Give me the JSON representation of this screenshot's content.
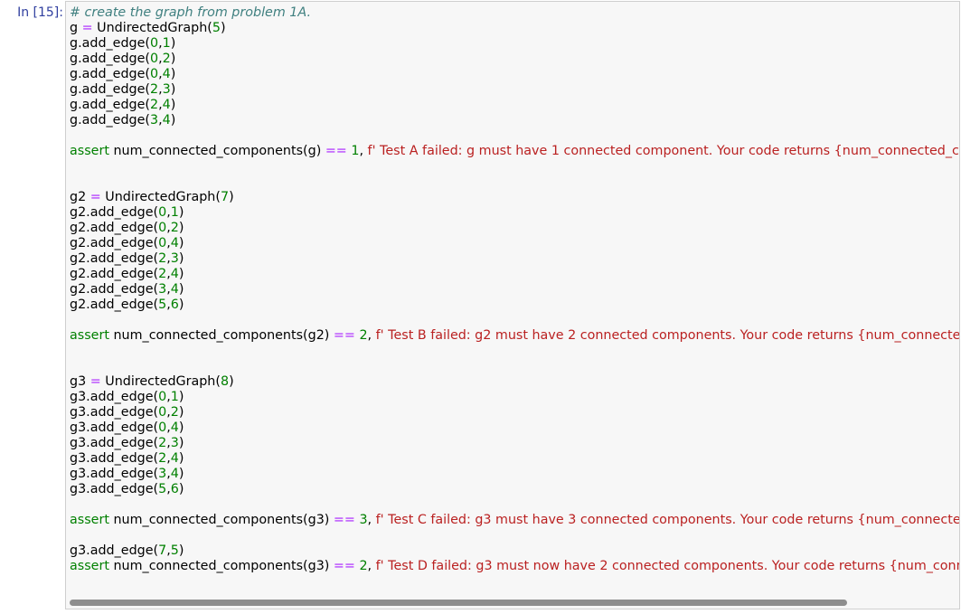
{
  "prompt": "In [15]:",
  "code_lines": [
    [
      {
        "t": "c",
        "v": "# create the graph from problem 1A."
      }
    ],
    [
      {
        "t": "p",
        "v": "g "
      },
      {
        "t": "o",
        "v": "="
      },
      {
        "t": "p",
        "v": " UndirectedGraph("
      },
      {
        "t": "n",
        "v": "5"
      },
      {
        "t": "p",
        "v": ")"
      }
    ],
    [
      {
        "t": "p",
        "v": "g.add_edge("
      },
      {
        "t": "n",
        "v": "0"
      },
      {
        "t": "p",
        "v": ","
      },
      {
        "t": "n",
        "v": "1"
      },
      {
        "t": "p",
        "v": ")"
      }
    ],
    [
      {
        "t": "p",
        "v": "g.add_edge("
      },
      {
        "t": "n",
        "v": "0"
      },
      {
        "t": "p",
        "v": ","
      },
      {
        "t": "n",
        "v": "2"
      },
      {
        "t": "p",
        "v": ")"
      }
    ],
    [
      {
        "t": "p",
        "v": "g.add_edge("
      },
      {
        "t": "n",
        "v": "0"
      },
      {
        "t": "p",
        "v": ","
      },
      {
        "t": "n",
        "v": "4"
      },
      {
        "t": "p",
        "v": ")"
      }
    ],
    [
      {
        "t": "p",
        "v": "g.add_edge("
      },
      {
        "t": "n",
        "v": "2"
      },
      {
        "t": "p",
        "v": ","
      },
      {
        "t": "n",
        "v": "3"
      },
      {
        "t": "p",
        "v": ")"
      }
    ],
    [
      {
        "t": "p",
        "v": "g.add_edge("
      },
      {
        "t": "n",
        "v": "2"
      },
      {
        "t": "p",
        "v": ","
      },
      {
        "t": "n",
        "v": "4"
      },
      {
        "t": "p",
        "v": ")"
      }
    ],
    [
      {
        "t": "p",
        "v": "g.add_edge("
      },
      {
        "t": "n",
        "v": "3"
      },
      {
        "t": "p",
        "v": ","
      },
      {
        "t": "n",
        "v": "4"
      },
      {
        "t": "p",
        "v": ")"
      }
    ],
    [],
    [
      {
        "t": "k",
        "v": "assert"
      },
      {
        "t": "p",
        "v": " num_connected_components(g) "
      },
      {
        "t": "o",
        "v": "=="
      },
      {
        "t": "p",
        "v": " "
      },
      {
        "t": "n",
        "v": "1"
      },
      {
        "t": "p",
        "v": ", "
      },
      {
        "t": "s",
        "v": "f' Test A failed: g must have 1 connected component. Your code returns {num_connected_components(g)}'"
      }
    ],
    [],
    [],
    [
      {
        "t": "p",
        "v": "g2 "
      },
      {
        "t": "o",
        "v": "="
      },
      {
        "t": "p",
        "v": " UndirectedGraph("
      },
      {
        "t": "n",
        "v": "7"
      },
      {
        "t": "p",
        "v": ")"
      }
    ],
    [
      {
        "t": "p",
        "v": "g2.add_edge("
      },
      {
        "t": "n",
        "v": "0"
      },
      {
        "t": "p",
        "v": ","
      },
      {
        "t": "n",
        "v": "1"
      },
      {
        "t": "p",
        "v": ")"
      }
    ],
    [
      {
        "t": "p",
        "v": "g2.add_edge("
      },
      {
        "t": "n",
        "v": "0"
      },
      {
        "t": "p",
        "v": ","
      },
      {
        "t": "n",
        "v": "2"
      },
      {
        "t": "p",
        "v": ")"
      }
    ],
    [
      {
        "t": "p",
        "v": "g2.add_edge("
      },
      {
        "t": "n",
        "v": "0"
      },
      {
        "t": "p",
        "v": ","
      },
      {
        "t": "n",
        "v": "4"
      },
      {
        "t": "p",
        "v": ")"
      }
    ],
    [
      {
        "t": "p",
        "v": "g2.add_edge("
      },
      {
        "t": "n",
        "v": "2"
      },
      {
        "t": "p",
        "v": ","
      },
      {
        "t": "n",
        "v": "3"
      },
      {
        "t": "p",
        "v": ")"
      }
    ],
    [
      {
        "t": "p",
        "v": "g2.add_edge("
      },
      {
        "t": "n",
        "v": "2"
      },
      {
        "t": "p",
        "v": ","
      },
      {
        "t": "n",
        "v": "4"
      },
      {
        "t": "p",
        "v": ")"
      }
    ],
    [
      {
        "t": "p",
        "v": "g2.add_edge("
      },
      {
        "t": "n",
        "v": "3"
      },
      {
        "t": "p",
        "v": ","
      },
      {
        "t": "n",
        "v": "4"
      },
      {
        "t": "p",
        "v": ")"
      }
    ],
    [
      {
        "t": "p",
        "v": "g2.add_edge("
      },
      {
        "t": "n",
        "v": "5"
      },
      {
        "t": "p",
        "v": ","
      },
      {
        "t": "n",
        "v": "6"
      },
      {
        "t": "p",
        "v": ")"
      }
    ],
    [],
    [
      {
        "t": "k",
        "v": "assert"
      },
      {
        "t": "p",
        "v": " num_connected_components(g2) "
      },
      {
        "t": "o",
        "v": "=="
      },
      {
        "t": "p",
        "v": " "
      },
      {
        "t": "n",
        "v": "2"
      },
      {
        "t": "p",
        "v": ", "
      },
      {
        "t": "s",
        "v": "f' Test B failed: g2 must have 2 connected components. Your code returns {num_connected_com"
      }
    ],
    [],
    [],
    [
      {
        "t": "p",
        "v": "g3 "
      },
      {
        "t": "o",
        "v": "="
      },
      {
        "t": "p",
        "v": " UndirectedGraph("
      },
      {
        "t": "n",
        "v": "8"
      },
      {
        "t": "p",
        "v": ")"
      }
    ],
    [
      {
        "t": "p",
        "v": "g3.add_edge("
      },
      {
        "t": "n",
        "v": "0"
      },
      {
        "t": "p",
        "v": ","
      },
      {
        "t": "n",
        "v": "1"
      },
      {
        "t": "p",
        "v": ")"
      }
    ],
    [
      {
        "t": "p",
        "v": "g3.add_edge("
      },
      {
        "t": "n",
        "v": "0"
      },
      {
        "t": "p",
        "v": ","
      },
      {
        "t": "n",
        "v": "2"
      },
      {
        "t": "p",
        "v": ")"
      }
    ],
    [
      {
        "t": "p",
        "v": "g3.add_edge("
      },
      {
        "t": "n",
        "v": "0"
      },
      {
        "t": "p",
        "v": ","
      },
      {
        "t": "n",
        "v": "4"
      },
      {
        "t": "p",
        "v": ")"
      }
    ],
    [
      {
        "t": "p",
        "v": "g3.add_edge("
      },
      {
        "t": "n",
        "v": "2"
      },
      {
        "t": "p",
        "v": ","
      },
      {
        "t": "n",
        "v": "3"
      },
      {
        "t": "p",
        "v": ")"
      }
    ],
    [
      {
        "t": "p",
        "v": "g3.add_edge("
      },
      {
        "t": "n",
        "v": "2"
      },
      {
        "t": "p",
        "v": ","
      },
      {
        "t": "n",
        "v": "4"
      },
      {
        "t": "p",
        "v": ")"
      }
    ],
    [
      {
        "t": "p",
        "v": "g3.add_edge("
      },
      {
        "t": "n",
        "v": "3"
      },
      {
        "t": "p",
        "v": ","
      },
      {
        "t": "n",
        "v": "4"
      },
      {
        "t": "p",
        "v": ")"
      }
    ],
    [
      {
        "t": "p",
        "v": "g3.add_edge("
      },
      {
        "t": "n",
        "v": "5"
      },
      {
        "t": "p",
        "v": ","
      },
      {
        "t": "n",
        "v": "6"
      },
      {
        "t": "p",
        "v": ")"
      }
    ],
    [],
    [
      {
        "t": "k",
        "v": "assert"
      },
      {
        "t": "p",
        "v": " num_connected_components(g3) "
      },
      {
        "t": "o",
        "v": "=="
      },
      {
        "t": "p",
        "v": " "
      },
      {
        "t": "n",
        "v": "3"
      },
      {
        "t": "p",
        "v": ", "
      },
      {
        "t": "s",
        "v": "f' Test C failed: g3 must have 3 connected components. Your code returns {num_connected_com"
      }
    ],
    [],
    [
      {
        "t": "p",
        "v": "g3.add_edge("
      },
      {
        "t": "n",
        "v": "7"
      },
      {
        "t": "p",
        "v": ","
      },
      {
        "t": "n",
        "v": "5"
      },
      {
        "t": "p",
        "v": ")"
      }
    ],
    [
      {
        "t": "k",
        "v": "assert"
      },
      {
        "t": "p",
        "v": " num_connected_components(g3) "
      },
      {
        "t": "o",
        "v": "=="
      },
      {
        "t": "p",
        "v": " "
      },
      {
        "t": "n",
        "v": "2"
      },
      {
        "t": "p",
        "v": ", "
      },
      {
        "t": "s",
        "v": "f' Test D failed: g3 must now have 2 connected components. Your code returns {num_connected_"
      }
    ]
  ],
  "colors": {
    "prompt": "#303f9f",
    "keyword": "#008000",
    "number": "#008000",
    "operator": "#aa22ff",
    "string": "#ba2121",
    "comment": "#408080",
    "cell_background": "#f7f7f7",
    "scrollbar_thumb": "#8e8e8e"
  }
}
